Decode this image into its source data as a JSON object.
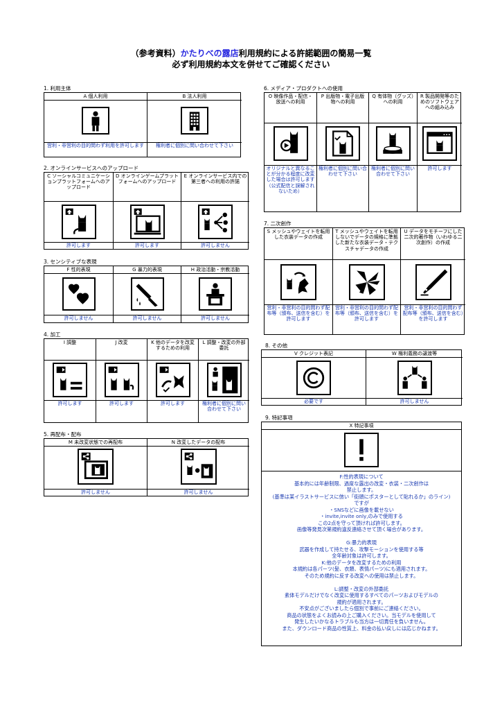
{
  "header": {
    "line1_prefix": "（参考資料）",
    "line1_brand": "かたりべの露店",
    "line1_suffix": "利用規約による許諾範囲の簡易一覧",
    "line2": "必ず利用規約本文を併せてご確認ください"
  },
  "sections": {
    "s1": {
      "label": "1. 利用主体",
      "items": [
        {
          "header": "A 個人利用",
          "icon": "person-icon",
          "status": "営利・非営利の目的問わず利用を許可します"
        },
        {
          "header": "B 法人利用",
          "icon": "office-building-icon",
          "status": "権利者に個別に問い合わせて下さい"
        }
      ]
    },
    "s2": {
      "label": "2. オンラインサービスへのアップロード",
      "items": [
        {
          "header": "C ソーシャルコミュニケーションプラットフォームへのアップロード",
          "icon": "upload-cat-icon",
          "status": "許可します"
        },
        {
          "header": "D オンラインゲームプラットフォームへのアップロード",
          "icon": "upload-game-icon",
          "status": "許可します"
        },
        {
          "header": "E オンラインサービス内での第三者への利用の許諾",
          "icon": "share-third-party-icon",
          "status": "許可しません"
        }
      ]
    },
    "s3": {
      "label": "3. センシティブな表現",
      "items": [
        {
          "header": "F 性的表現",
          "icon": "hearts-icon",
          "status": "許可しません"
        },
        {
          "header": "G 暴力的表現",
          "icon": "knife-icon",
          "status": "許可しません"
        },
        {
          "header": "H 政治活動・宗教活動",
          "icon": "podium-icon",
          "status": "許可しません"
        }
      ]
    },
    "s4": {
      "label": "4. 加工",
      "items": [
        {
          "header": "I 調整",
          "icon": "adjust-icon",
          "status": "許可します"
        },
        {
          "header": "J 改変",
          "icon": "modify-icon",
          "status": "許可します"
        },
        {
          "header": "K 他のデータを改変するための利用",
          "icon": "ribbon-modify-icon",
          "status": "許可します"
        },
        {
          "header": "L 調整・改変の外部委託",
          "icon": "outsource-icon",
          "status": "権利者に個別に問い合わせて下さい"
        }
      ]
    },
    "s5": {
      "label": "5. 再配布・配布",
      "items": [
        {
          "header": "M 未改変状態での再配布",
          "icon": "redistribute-icon",
          "status": "許可しません"
        },
        {
          "header": "N 改変したデータの配布",
          "icon": "distribute-modified-icon",
          "status": "許可しません"
        }
      ]
    },
    "s6": {
      "label": "6. メディア・プロダクトへの使用",
      "items": [
        {
          "header": "O 映像作品・配信・放送への利用",
          "icon": "video-icon",
          "status": "オリジナルと異なることが分かる程度に改変した場合は許可します（公式配信と誤解されないため）"
        },
        {
          "header": "P 出版物・電子出版物への利用",
          "icon": "publication-icon",
          "status": "権利者に個別に問い合わせて下さい"
        },
        {
          "header": "Q 有体物（グッズ）への利用",
          "icon": "figure-icon",
          "status": "権利者に個別に問い合わせて下さい"
        },
        {
          "header": "R 製品開発等のためのソフトウェアへの組み込み",
          "icon": "software-icon",
          "status": "許可します"
        }
      ]
    },
    "s7": {
      "label": "7. 二次創作",
      "items": [
        {
          "header": "S メッシュやウェイトを転用した衣装データの作成",
          "icon": "outfit-mesh-icon",
          "status": "営利・非営利の目的問わず配布等（頒布、送信を含む）を許可します"
        },
        {
          "header": "T メッシュやウェイトを転用しないでデータの規格に準拠した新たな衣装データ・テクスチャデータの作成",
          "icon": "new-outfit-icon",
          "status": "営利・非営利の目的問わず配布等（頒布、送信を含む）を許可します"
        },
        {
          "header": "U データをモチーフにした二次的著作物（いわゆる二次創作）の作成",
          "icon": "pen-icon",
          "status": "営利・非営利の目的問わず配布等（頒布、送信を含む）を許可します"
        }
      ]
    },
    "s8": {
      "label": "8. その他",
      "items": [
        {
          "header": "V クレジット表記",
          "icon": "copyright-icon",
          "status": "必要です"
        },
        {
          "header": "W 権利義務の譲渡等",
          "icon": "transfer-rights-icon",
          "status": "許可しません"
        }
      ]
    },
    "s9": {
      "label": "9. 特記事項",
      "header": "X 特記事項",
      "icon": "exclamation-icon",
      "notes": "F:性的表現について\n基本的には年齢制限、過度な露出の改変・衣装・二次創作は\n禁止します。\n(基準は某イラストサービスに倣い「街頭にポスターとして貼れるか」のライン)\nですが\n・SNSなどに画像を載せない\n・invite,invite only,のみで使用する\nこの2点を守って頂ければ許可します。\n画像等発見次第規約違反連絡させて頂く場合があります。\n\nG:暴力的表現\n武器を作成して持たせる、攻撃モーションを使用する等\n全年齢対象は許可します。\nK:他のデータを改変するための利用\n本規約は各パーツ(髪、衣類、表情パーツ)にも適用されます。\nそのため規約に反する改変への使用は禁止します。\n\nL:調整・改変の外部委託\n素体モデルだけでなく改変に使用するすべてのパーツおよびモデルの\n規約が適用されます。\n不安点がございましたら個別で事前にご連絡ください。\n商品の状態をよくお読みの上ご購入ください。当モデルを使用して\n発生したいかなるトラブルも当方は一切責任を負いません。\nまた、ダウンロード商品の性質上、料金の払い戻しには応じかねます。"
    }
  }
}
